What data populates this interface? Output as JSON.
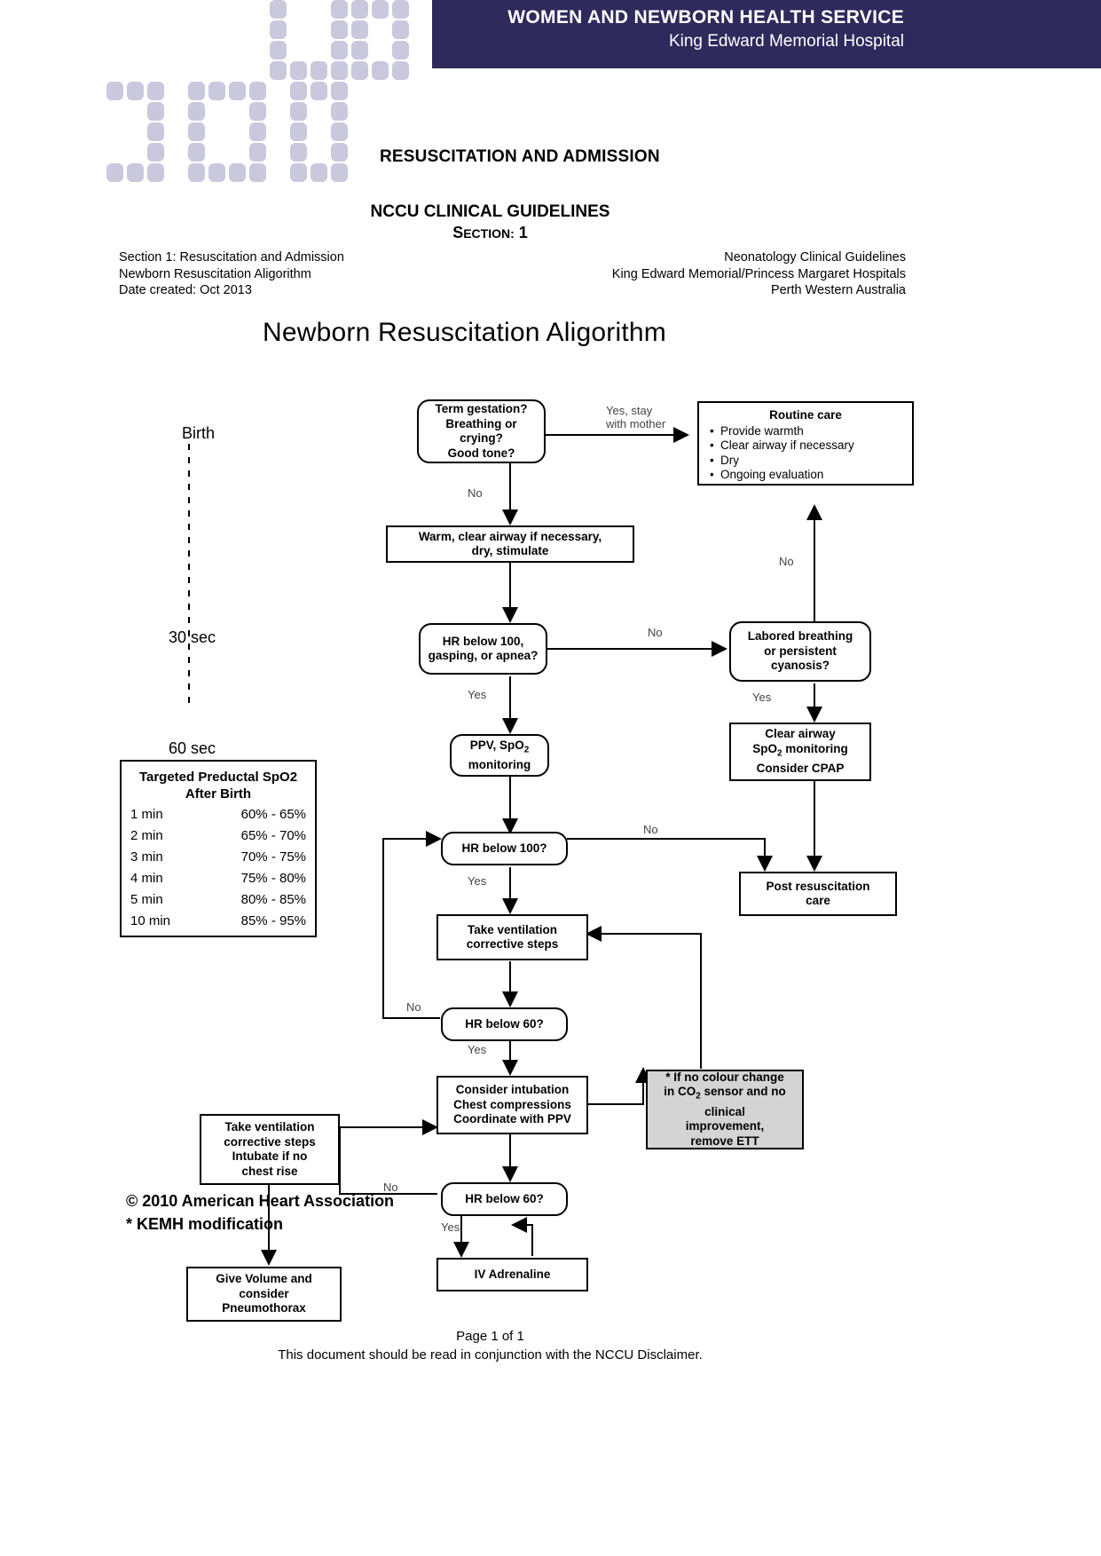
{
  "header": {
    "band_color": "#2e2a5c",
    "line1": "WOMEN AND NEWBORN HEALTH SERVICE",
    "line2": "King Edward Memorial Hospital",
    "logo_name": "kemh-pixel-logo"
  },
  "document": {
    "doc_title": "RESUSCITATION AND ADMISSION",
    "guidelines_title": "NCCU CLINICAL GUIDELINES",
    "section_label_small": "ECTION:",
    "section_label_cap": "S",
    "section_number": "1",
    "section_title_full": "SECTION: 1"
  },
  "meta_left": {
    "line1": "Section 1: Resuscitation and Admission",
    "line2": "Newborn Resuscitation Aligorithm",
    "line3": "Date created: Oct 2013"
  },
  "meta_right": {
    "line1": "Neonatology Clinical Guidelines",
    "line2": "King Edward Memorial/Princess Margaret Hospitals",
    "line3": "Perth Western Australia"
  },
  "flowchart": {
    "title": "Newborn Resuscitation Aligorithm",
    "timeline": {
      "birth": "Birth",
      "t30": "30 sec",
      "t60": "60 sec"
    },
    "nodes": {
      "term_gestation": "Term gestation?\nBreathing or crying?\nGood tone?",
      "term_gestation_l1": "Term gestation?",
      "term_gestation_l2": "Breathing or crying?",
      "term_gestation_l3": "Good tone?",
      "routine_care_header": "Routine care",
      "routine_care_items": [
        "Provide warmth",
        "Clear airway if necessary",
        "Dry",
        "Ongoing evaluation"
      ],
      "warm_clear_l1": "Warm, clear airway if necessary,",
      "warm_clear_l2": "dry, stimulate",
      "hr_below_100_gasping_l1": "HR below 100,",
      "hr_below_100_gasping_l2": "gasping, or apnea?",
      "labored_l1": "Labored breathing",
      "labored_l2": "or persistent",
      "labored_l3": "cyanosis?",
      "ppv_l1": "PPV, SpO",
      "ppv_sub": "2",
      "ppv_l2": "monitoring",
      "clear_airway_l1": "Clear airway",
      "clear_airway_l2a": "SpO",
      "clear_airway_sub": "2",
      "clear_airway_l2b": " monitoring",
      "clear_airway_l3": "Consider CPAP",
      "hr_below_100": "HR below 100?",
      "post_resus_l1": "Post resuscitation",
      "post_resus_l2": "care",
      "take_vent_l1": "Take ventilation",
      "take_vent_l2": "corrective steps",
      "hr_below_60_a": "HR below 60?",
      "consider_intubation_l1": "Consider intubation",
      "consider_intubation_l2": "Chest compressions",
      "consider_intubation_l3": "Coordinate with PPV",
      "co2_note_l1": "* If no colour change",
      "co2_note_l2a": "in CO",
      "co2_note_sub": "2",
      "co2_note_l2b": " sensor and no",
      "co2_note_l3": "clinical",
      "co2_note_l4": "improvement,",
      "co2_note_l5": "remove ETT",
      "take_vent_intubate_l1": "Take ventilation",
      "take_vent_intubate_l2": "corrective steps",
      "take_vent_intubate_l3": "Intubate if no",
      "take_vent_intubate_l4": "chest rise",
      "hr_below_60_b": "HR below 60?",
      "iv_adrenaline": "IV Adrenaline",
      "give_volume_l1": "Give Volume  and",
      "give_volume_l2": "consider",
      "give_volume_l3": "Pneumothorax"
    },
    "edge_labels": {
      "yes_stay_l1": "Yes, stay",
      "yes_stay_l2": "with mother",
      "no_1": "No",
      "no_routine": "No",
      "no_labored": "No",
      "yes_ppv": "Yes",
      "yes_labored": "Yes",
      "no_hr100": "No",
      "yes_hr100": "Yes",
      "no_hr60a": "No",
      "yes_hr60a": "Yes",
      "no_hr60b": "No",
      "yes_hr60b": "Yes"
    }
  },
  "spo2_table": {
    "title_l1": "Targeted Preductal SpO2",
    "title_l2": "After Birth",
    "rows": [
      {
        "time": "1 min",
        "range": "60% - 65%"
      },
      {
        "time": "2 min",
        "range": "65% - 70%"
      },
      {
        "time": "3 min",
        "range": "70% - 75%"
      },
      {
        "time": "4 min",
        "range": "75% - 80%"
      },
      {
        "time": "5 min",
        "range": "80% - 85%"
      },
      {
        "time": "10 min",
        "range": "85% - 95%"
      }
    ]
  },
  "copyright": {
    "line1": "© 2010 American Heart Association",
    "line2": "* KEMH modification"
  },
  "footer": {
    "page": "Page 1 of 1",
    "disclaimer": "This document should be read in conjunction with the NCCU Disclaimer."
  }
}
